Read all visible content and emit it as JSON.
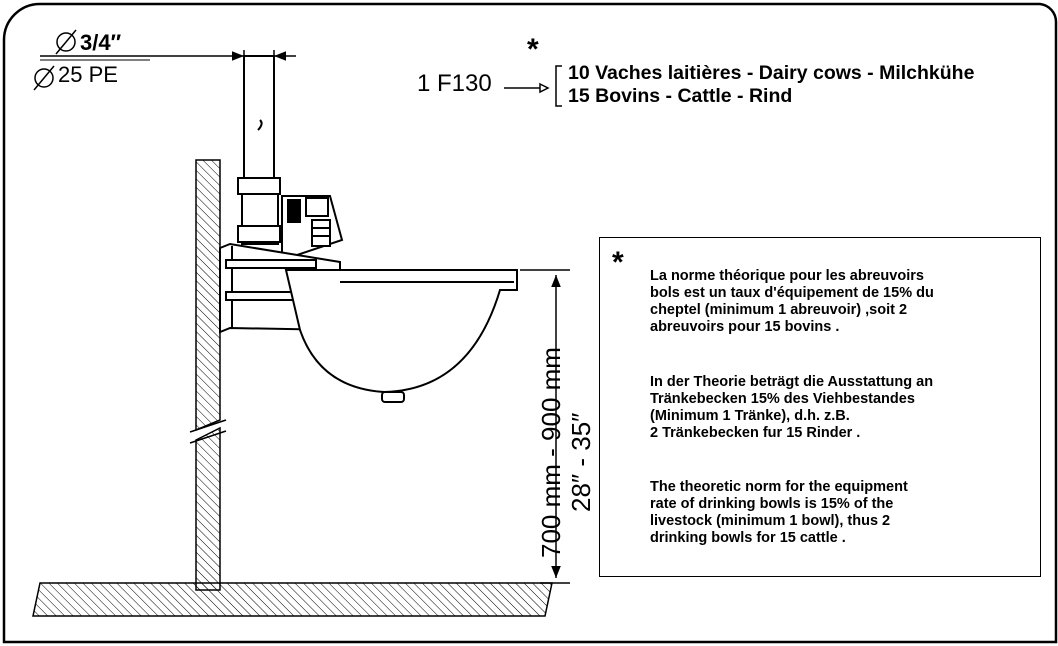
{
  "dimensions": {
    "pipe_diameter_inch": "3/4″",
    "pipe_diameter_pe": "25  PE",
    "height_mm": "700  mm  -  900  mm",
    "height_inch": "28″  -  35″"
  },
  "product": {
    "label": "1  F130",
    "asterisk": "*",
    "capacity_line1": "10 Vaches laitières - Dairy cows - Milchkühe",
    "capacity_line2": "15 Bovins - Cattle - Rind"
  },
  "note": {
    "asterisk": "*",
    "french": " La norme théorique pour les abreuvoirs\nbols est un taux d'équipement de 15% du\ncheptel (minimum 1 abreuvoir) ,soit 2\nabreuvoirs pour 15 bovins .",
    "german": " In der Theorie beträgt die Ausstattung an\nTränkebecken 15% des Viehbestandes\n(Minimum 1 Tränke), d.h. z.B.\n2 Tränkebecken fur 15 Rinder .",
    "english": " The theoretic norm for the equipment\nrate of drinking bowls is 15% of the\nlivestock (minimum 1 bowl), thus 2\ndrinking bowls for 15 cattle ."
  }
}
